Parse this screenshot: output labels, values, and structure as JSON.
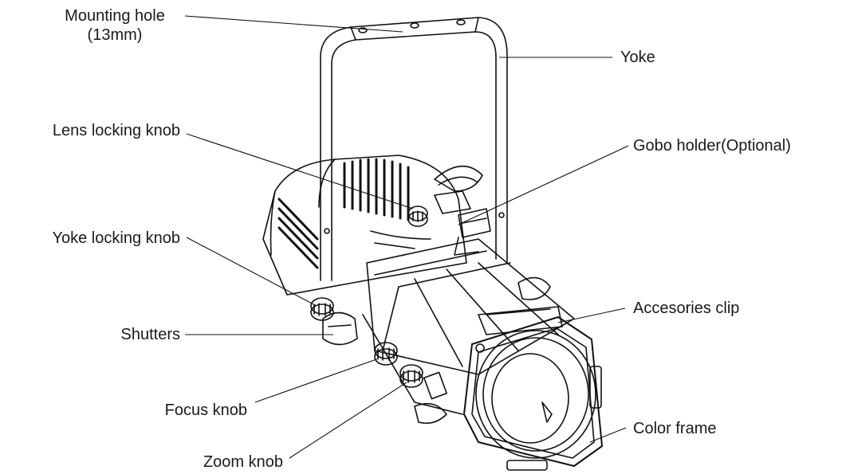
{
  "labels": {
    "mounting_hole": "Mounting hole",
    "mounting_hole_size": "(13mm)",
    "yoke": "Yoke",
    "lens_locking_knob": "Lens locking knob",
    "gobo_holder": "Gobo holder(Optional)",
    "yoke_locking_knob": "Yoke locking knob",
    "accessories_clip": "Accesories clip",
    "shutters": "Shutters",
    "focus_knob": "Focus knob",
    "color_frame": "Color frame",
    "zoom_knob": "Zoom knob"
  }
}
